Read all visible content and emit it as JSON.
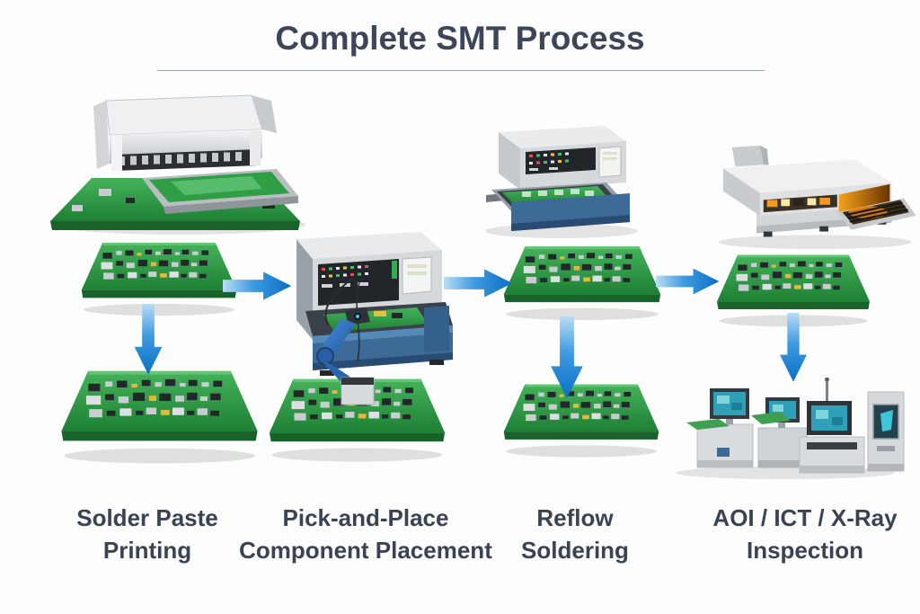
{
  "page": {
    "title": "Complete SMT Process"
  },
  "colors": {
    "title_text": "#3d4659",
    "label_text": "#3a4353",
    "divider_gray": "#9aa0a8",
    "arrow_blue_light": "#b9ddf5",
    "arrow_blue_dark": "#0b6fc4",
    "pcb_green": "#2f9e45",
    "machine_silver": "#d9dcde",
    "machine_blue": "#3d6a97",
    "robot_arm_blue": "#2c63ad",
    "oven_glow_orange": "#f59a1c",
    "inspection_screen_teal": "#2fa0b8"
  },
  "stages": [
    {
      "id": "solder-paste-printing",
      "label_line1": "Solder Paste",
      "label_line2": "Printing",
      "machine_image": "solder-paste-printer",
      "mid_image": "pcb-board",
      "bottom_image": "pcb-board"
    },
    {
      "id": "pick-and-place-component-placement",
      "label_line1": "Pick-and-Place",
      "label_line2": "Component Placement",
      "machine_image": "pick-and-place-machine-with-robot-arm",
      "bottom_image": "pcb-board"
    },
    {
      "id": "reflow-soldering",
      "label_line1": "Reflow",
      "label_line2": "Soldering",
      "machine_image": "reflow-soldering-machine",
      "mid_image": "pcb-board",
      "bottom_image": "pcb-board"
    },
    {
      "id": "aoi-ict-xray-inspection",
      "label_line1": "AOI / ICT / X-Ray",
      "label_line2": "Inspection",
      "machine_image": "reflow-oven",
      "mid_image": "pcb-board",
      "bottom_image": "inspection-machines"
    }
  ],
  "flow_arrows": {
    "horizontal_count": 3,
    "vertical_count": 3,
    "gradient_start": "#b9ddf5",
    "gradient_end": "#0b6fc4"
  }
}
